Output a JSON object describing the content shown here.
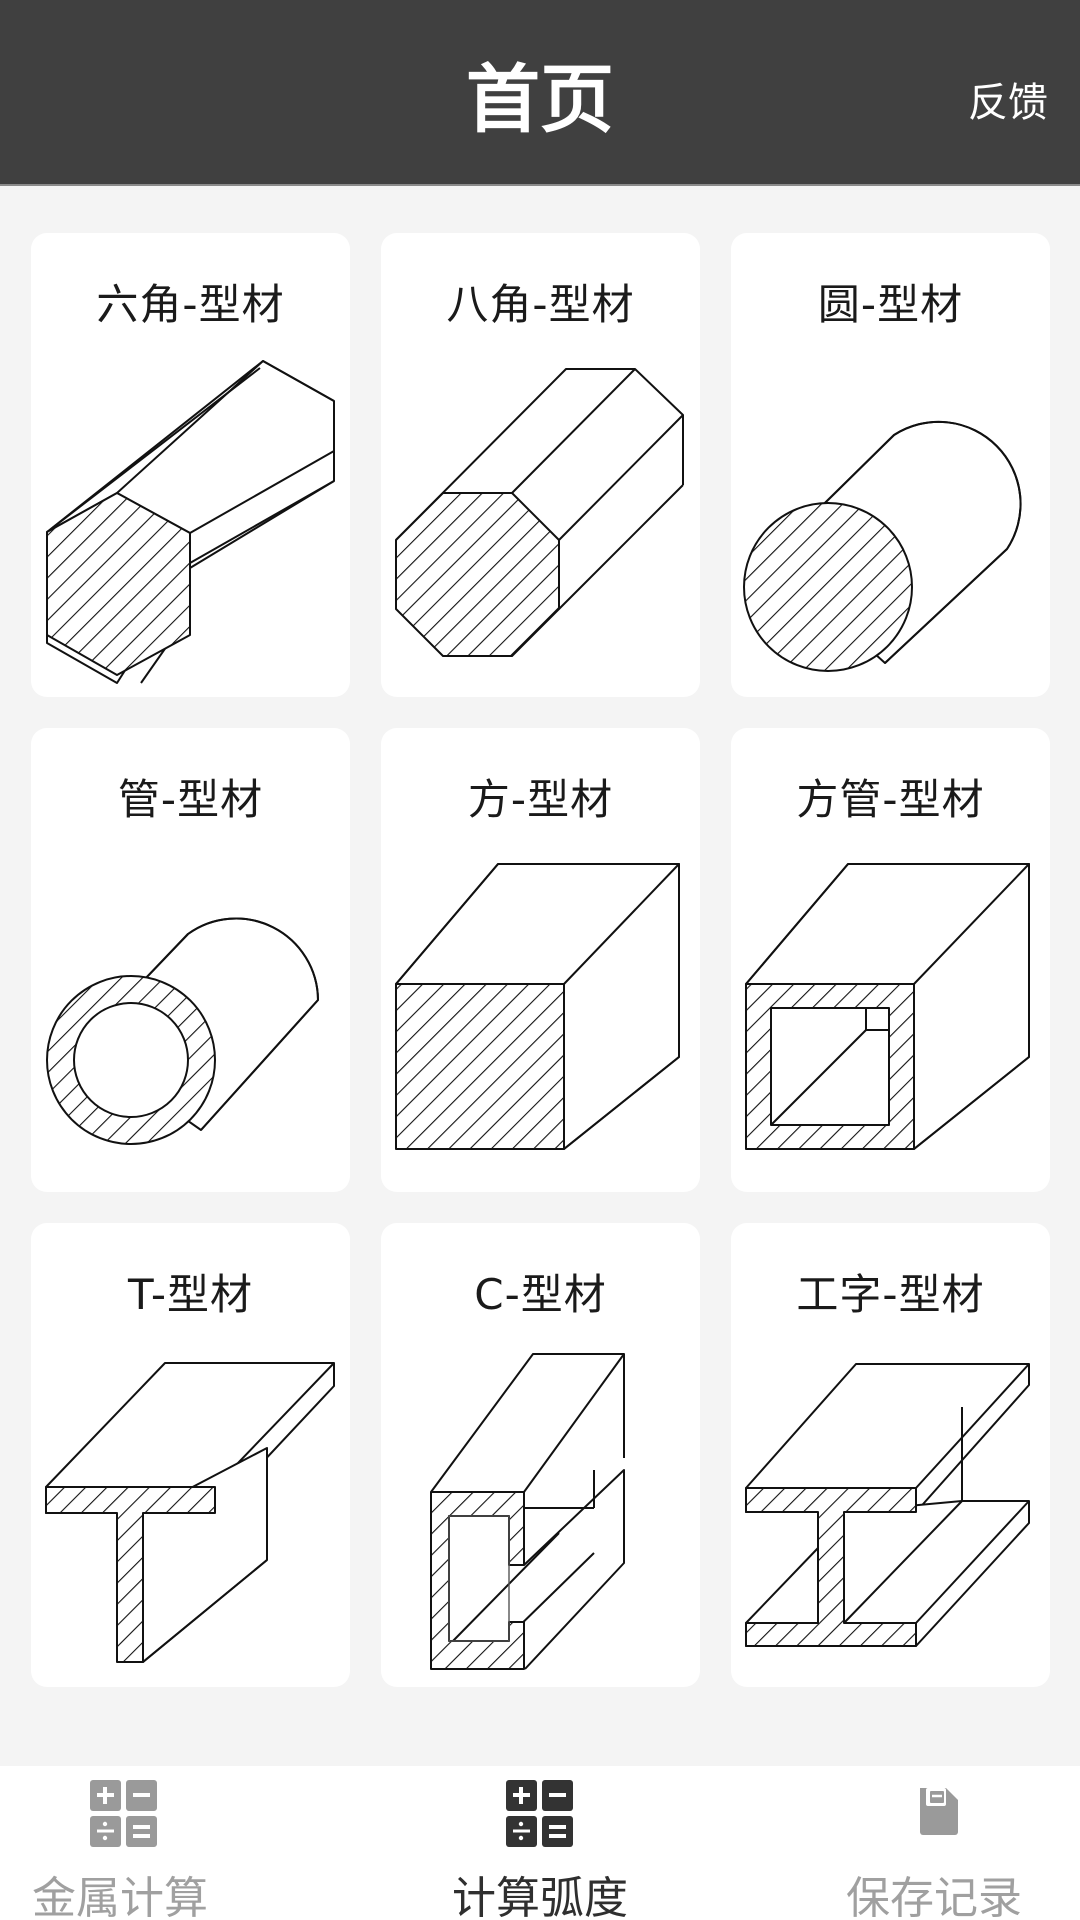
{
  "header": {
    "title": "首页",
    "feedback_label": "反馈",
    "background": "#404040"
  },
  "profiles": [
    {
      "label": "六角-型材",
      "shape": "hexagon-bar-icon"
    },
    {
      "label": "八角-型材",
      "shape": "octagon-bar-icon"
    },
    {
      "label": "圆-型材",
      "shape": "round-bar-icon"
    },
    {
      "label": "管-型材",
      "shape": "round-tube-icon"
    },
    {
      "label": "方-型材",
      "shape": "square-bar-icon"
    },
    {
      "label": "方管-型材",
      "shape": "square-tube-icon"
    },
    {
      "label": "T-型材",
      "shape": "t-profile-icon"
    },
    {
      "label": "C-型材",
      "shape": "c-profile-icon"
    },
    {
      "label": "工字-型材",
      "shape": "i-beam-profile-icon"
    }
  ],
  "tabbar": {
    "items": [
      {
        "label": "金属计算",
        "icon": "calculator-icon",
        "active": false
      },
      {
        "label": "计算弧度",
        "icon": "calculator-icon",
        "active": true
      },
      {
        "label": "保存记录",
        "icon": "save-record-icon",
        "active": false
      }
    ],
    "active_color": "#2f2f2f",
    "inactive_color": "#a0a0a0"
  }
}
